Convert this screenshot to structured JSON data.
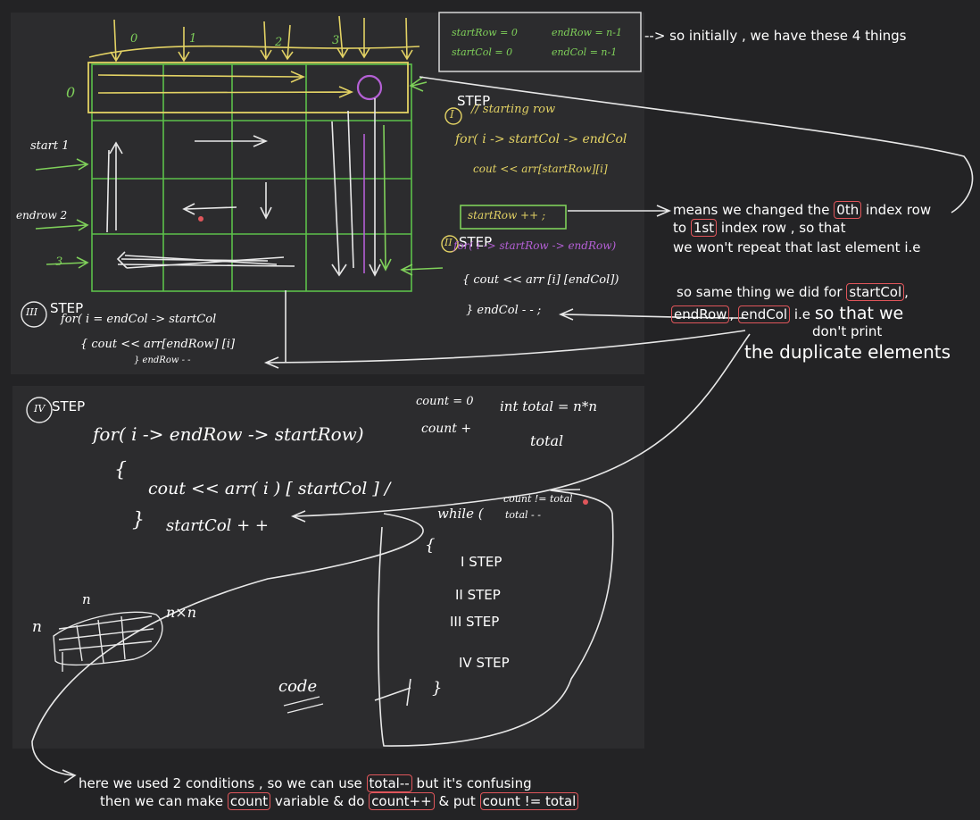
{
  "top_notes": {
    "init_box": {
      "start_row": "startRow = 0",
      "start_col": "startCol = 0",
      "end_row": "endRow = n-1",
      "end_col": "endCol = n-1"
    },
    "init_note": "--> so initially , we have these 4 things",
    "col_labels": [
      "0",
      "1",
      "2",
      "3"
    ],
    "row0_label": "0",
    "row1_label": "start 1",
    "row2_label": "endrow 2",
    "row3_label": "3",
    "step1_title": "STEP",
    "step1_num": "I",
    "step1_comment": "// starting row",
    "step1_for": "for( i -> startCol -> endCol",
    "step1_cout": "cout << arr[startRow][i]",
    "step1_inc": "startRow ++ ;",
    "step2_title": "STEP",
    "step2_num": "II",
    "step2_for": "for( i -> startRow -> endRow)",
    "step2_cout": "{ cout << arr [i] [endCol])",
    "step2_dec": "} endCol - - ;",
    "step3_title": "STEP",
    "step3_num": "III",
    "step3_for": "for( i = endCol -> startCol",
    "step3_cout": "{ cout << arr[endRow] [i]",
    "step3_dec": "} endRow - -"
  },
  "right_notes": {
    "line1_a": "means we changed the",
    "line1_box": "0th",
    "line1_b": "index row",
    "line2_a": "to",
    "line2_box": "1st",
    "line2_b": "index row , so that",
    "line3": "we won't repeat that last element i.e",
    "same_a": "so same thing we did for",
    "same_box1": "startCol",
    "same_comma": ",",
    "same_box2": "endRow",
    "same_box3": "endCol",
    "same_b": "i.e",
    "same_c": "so that we",
    "dont": "don't print",
    "dup": "the duplicate elements"
  },
  "bottom_notes": {
    "step4_num": "IV",
    "step4_title": "STEP",
    "step4_for": "for( i -> endRow -> startRow)",
    "step4_open": "{",
    "step4_cout": "cout << arr( i ) [ startCol ] /",
    "step4_close": "}",
    "step4_inc": "startCol + +",
    "count_init": "count = 0",
    "count_inc": "count +",
    "int_total": "int total = n*n",
    "total_word": "total",
    "while_kw": "while (",
    "while_cond1": "count != total",
    "while_cond2": "total - -",
    "while_open": "{",
    "w_step1": "I  STEP",
    "w_step2": "II  STEP",
    "w_step3": "III  STEP",
    "w_step4": "IV  STEP",
    "while_close": "}",
    "n_top": "n",
    "n_left": "n",
    "nxn": "n×n",
    "code": "code"
  },
  "footer": {
    "line1_a": "here we used 2 conditions , so we can use",
    "line1_box": "total--",
    "line1_b": "but it's confusing",
    "line2_a": "then we can make",
    "line2_box1": "count",
    "line2_b": "variable & do",
    "line2_box2": "count++",
    "line2_c": "& put",
    "line2_box3": "count != total"
  },
  "colors": {
    "background": "#232325",
    "panel": "#2c2c2e",
    "grid": "#5cc04a",
    "yellow": "#e3d264",
    "magenta": "#b560d6",
    "highlight_box": "#e0565b",
    "ink": "#ffffff"
  }
}
